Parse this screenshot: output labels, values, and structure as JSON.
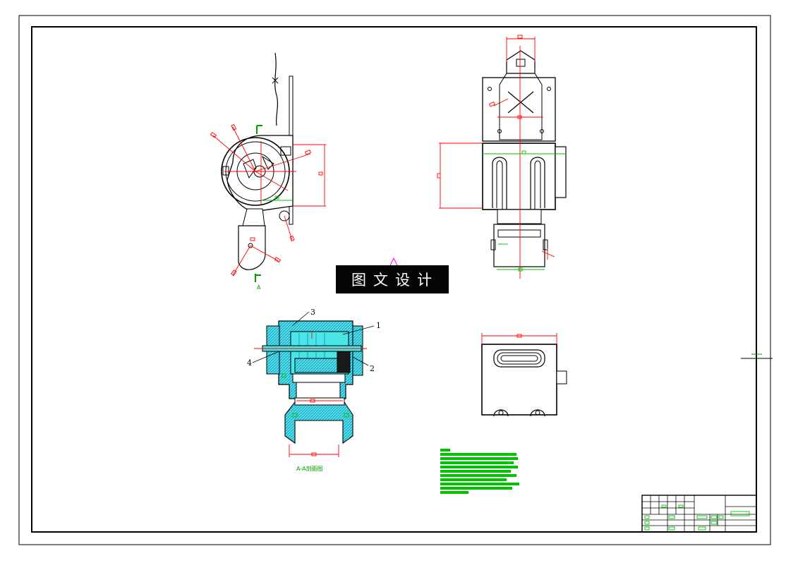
{
  "watermark": "图文设计",
  "section_view": {
    "caption": "A-A剖面图",
    "part_numbers": [
      "1",
      "2",
      "3",
      "4"
    ]
  },
  "section_marker": "A",
  "colors": {
    "outline": "#000000",
    "dimension": "#ff0000",
    "centerline": "#ff0000",
    "annotation": "#00c000",
    "section_fill": "#48e6e6",
    "hatch": "#2a7fbf",
    "section_marker": "#00a000",
    "arrow": "#ff00ff"
  }
}
